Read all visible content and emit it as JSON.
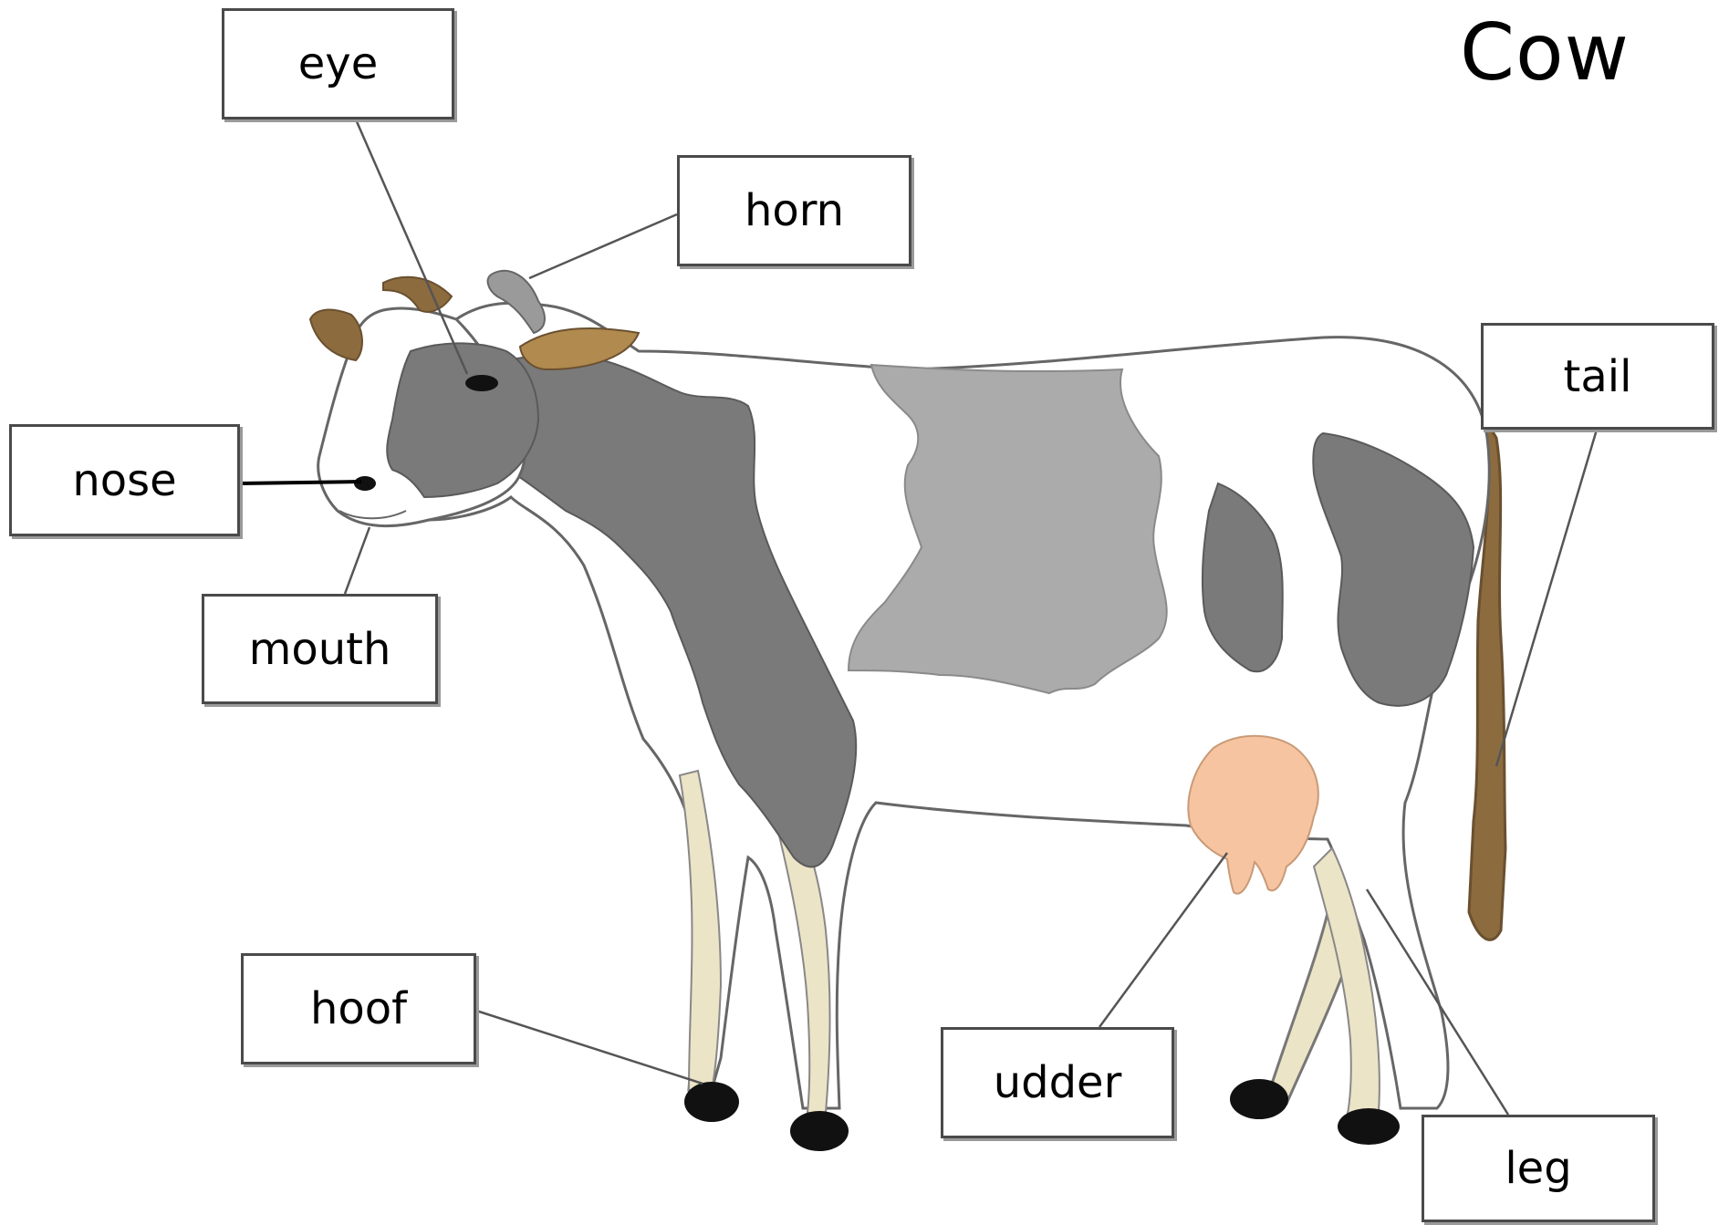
{
  "title": "Cow",
  "labels": {
    "eye": "eye",
    "horn": "horn",
    "tail": "tail",
    "nose": "nose",
    "mouth": "mouth",
    "hoof": "hoof",
    "udder": "udder",
    "leg": "leg"
  },
  "colors": {
    "dark_patch": "#7a7a7a",
    "light_patch": "#ababab",
    "ear_horn_brown": "#8c6b3e",
    "udder_pink": "#f6c4a0",
    "leg_cream": "#ece4c6",
    "hoof_black": "#111111"
  }
}
